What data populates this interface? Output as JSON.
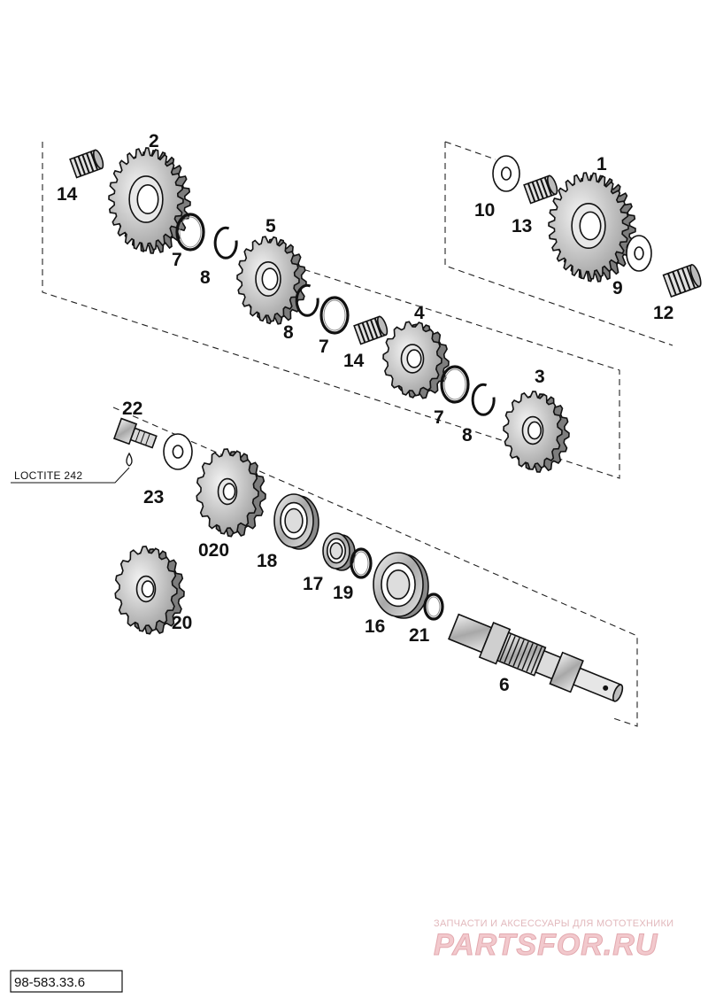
{
  "callouts": {
    "p1": "1",
    "p2": "2",
    "p3": "3",
    "p4": "4",
    "p5": "5",
    "p6": "6",
    "p7a": "7",
    "p7b": "7",
    "p7c": "7",
    "p8a": "8",
    "p8b": "8",
    "p8c": "8",
    "p9": "9",
    "p10": "10",
    "p12": "12",
    "p13": "13",
    "p14a": "14",
    "p14b": "14",
    "p16": "16",
    "p17": "17",
    "p18": "18",
    "p19": "19",
    "p20": "20",
    "p020": "020",
    "p21": "21",
    "p22": "22",
    "p23": "23"
  },
  "note_loctite": "LOCTITE 242",
  "document_number": "98-583.33.6",
  "watermark": {
    "tagline": "ЗАПЧАСТИ И АКСЕССУАРЫ ДЛЯ МОТОТЕХНИКИ",
    "brand": "PARTSFOR.RU"
  }
}
